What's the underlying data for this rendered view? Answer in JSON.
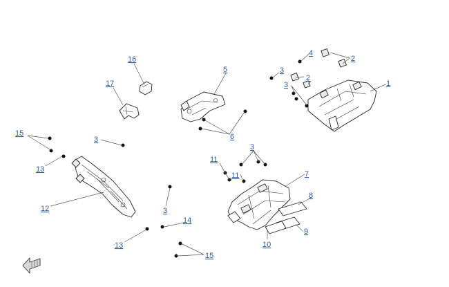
{
  "callouts": [
    "1",
    "2",
    "2",
    "3",
    "3",
    "3",
    "3",
    "3",
    "4",
    "5",
    "6",
    "7",
    "8",
    "9",
    "10",
    "11",
    "11",
    "12",
    "13",
    "13",
    "14",
    "15",
    "15",
    "16",
    "17"
  ],
  "nav": {
    "icon": "back-arrow-icon"
  }
}
